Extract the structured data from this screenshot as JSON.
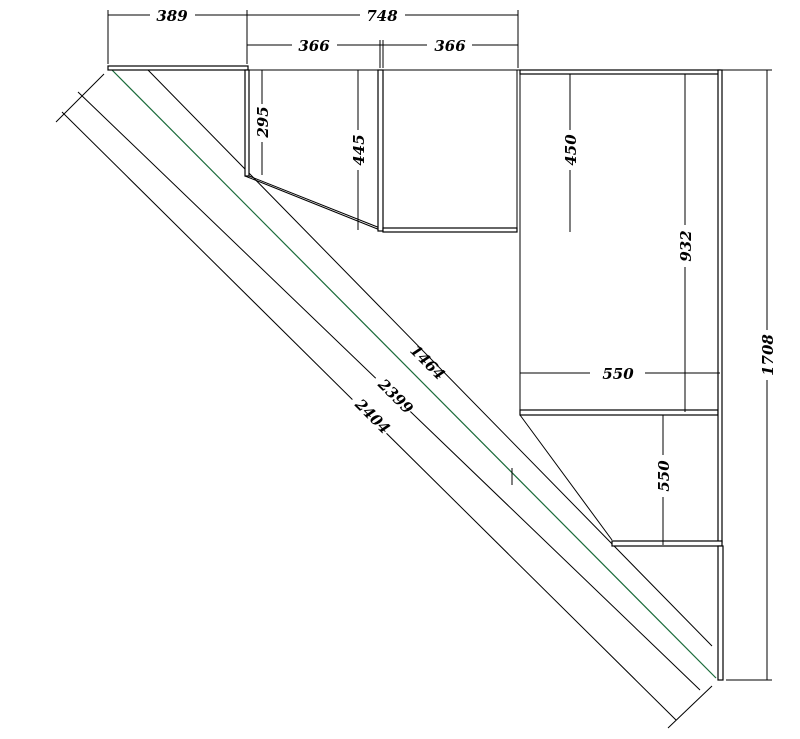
{
  "drawing": {
    "dimensions": {
      "top_left_width": "389",
      "top_total_width": "748",
      "cabinet_a_width": "366",
      "cabinet_b_width": "366",
      "left_depth": "295",
      "cabinet_a_depth": "445",
      "cabinet_b_depth": "450",
      "tall_unit_height": "932",
      "tall_unit_width": "550",
      "lower_depth": "550",
      "overall_height": "1708",
      "inner_diagonal": "1464",
      "middle_diagonal": "2399",
      "outer_diagonal": "2404"
    },
    "accent_color": "#1a6b3a"
  }
}
